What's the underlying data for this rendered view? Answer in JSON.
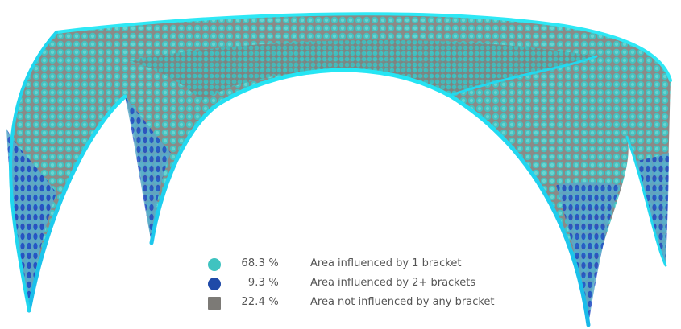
{
  "colors": {
    "one_bracket": "#3fc3c0",
    "two_plus_brackets": "#1f4aa8",
    "no_bracket": "#7c7a76",
    "edge_highlight": "#22e3f2",
    "mesh_base": "#57aeb0"
  },
  "legend": [
    {
      "percent": "68.3 %",
      "label": "Area influenced by 1 bracket",
      "marker": "circle",
      "color_key": "one_bracket"
    },
    {
      "percent": "9.3 %",
      "label": "Area influenced by 2+ brackets",
      "marker": "circle",
      "color_key": "two_plus_brackets"
    },
    {
      "percent": "22.4 %",
      "label": "Area not influenced by any bracket",
      "marker": "square",
      "color_key": "no_bracket"
    }
  ]
}
